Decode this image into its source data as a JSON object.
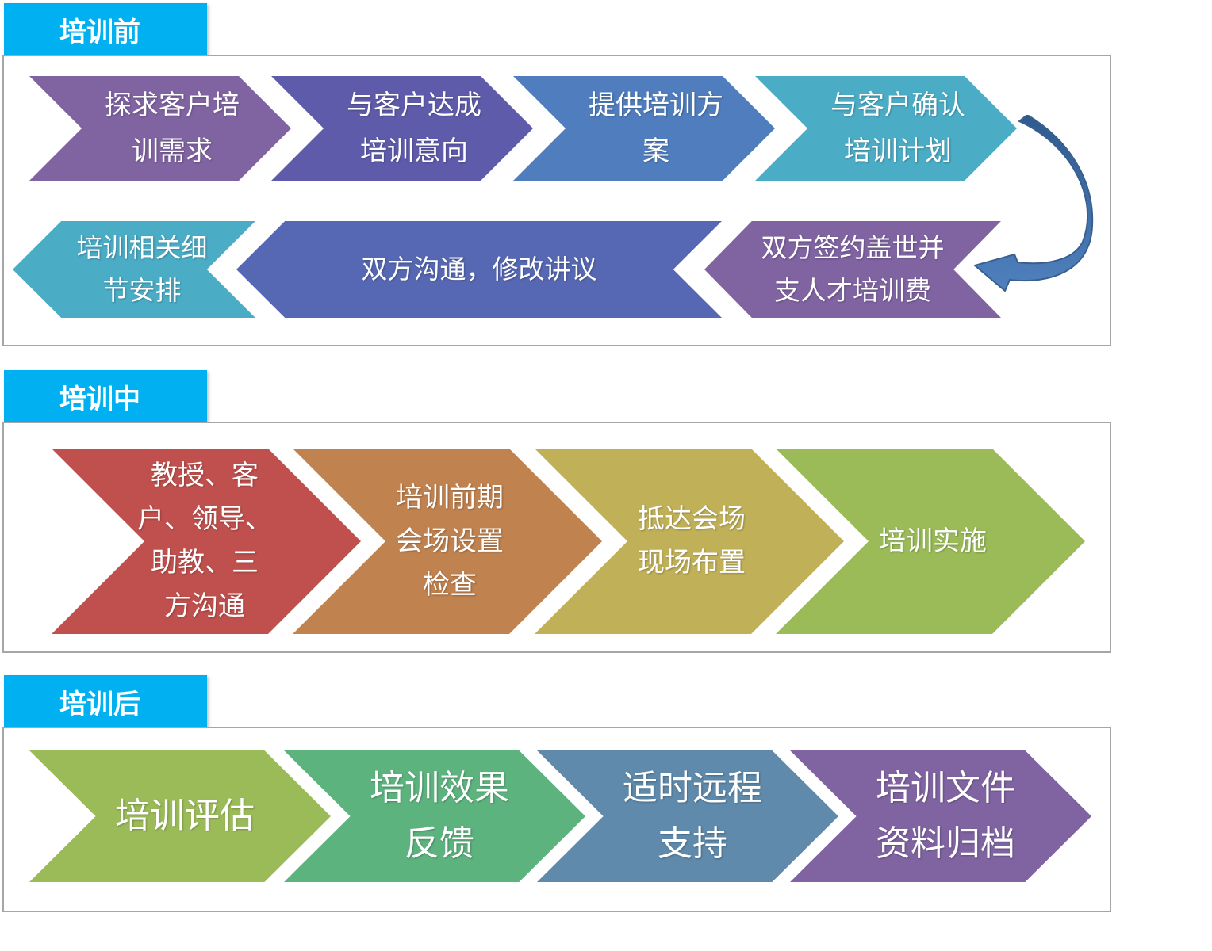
{
  "sections": [
    {
      "title": "培训前",
      "row1": [
        "探求客户培\n训需求",
        "与客户达成\n培训意向",
        "提供培训方\n案",
        "与客户确认\n培训计划"
      ],
      "row2": [
        "培训相关细\n节安排",
        "双方沟通，修改讲议",
        "双方签约盖世并\n支人才培训费"
      ]
    },
    {
      "title": "培训中",
      "steps": [
        "教授、客\n户、领导、\n助教、三\n方沟通",
        "培训前期\n会场设置\n检查",
        "抵达会场\n现场布置",
        "培训实施"
      ]
    },
    {
      "title": "培训后",
      "steps": [
        "培训评估",
        "培训效果\n反馈",
        "适时远程\n支持",
        "培训文件\n资料归档"
      ]
    }
  ],
  "colors": {
    "header": "#00b0f0",
    "purple": "#8064a2",
    "indigo": "#5f5bab",
    "blue": "#4f81bd",
    "teal": "#4bacc6",
    "royal": "#5668b3",
    "red": "#c0504d",
    "orange": "#c0824f",
    "olive": "#c0b058",
    "green": "#9bbb59",
    "sea": "#5db37e",
    "slate": "#5f8aab"
  }
}
